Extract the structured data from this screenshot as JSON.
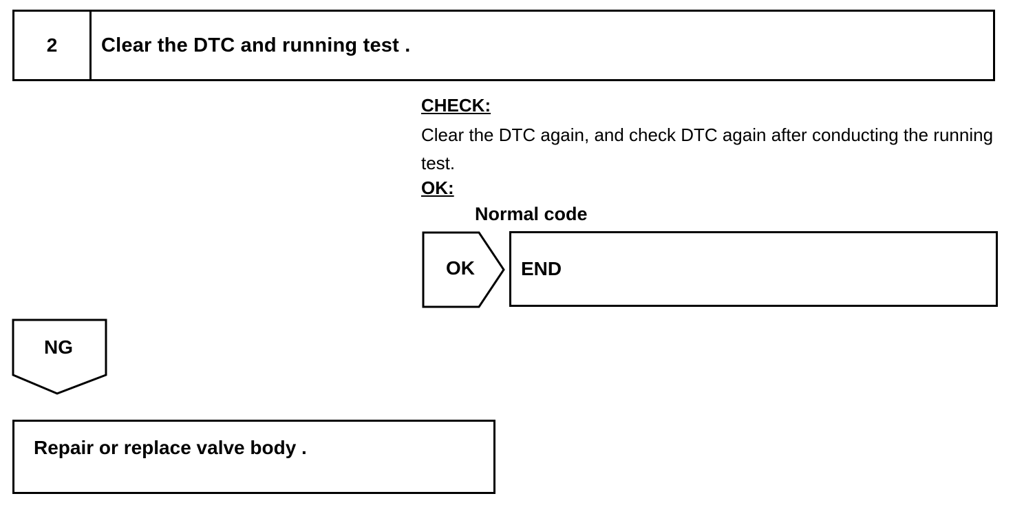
{
  "step": {
    "number": "2",
    "title": "Clear the DTC and running test ."
  },
  "check": {
    "heading": "CHECK:",
    "text": "Clear the DTC again, and check DTC again after conducting the running  test."
  },
  "ok_result": {
    "heading": "OK:",
    "condition": "Normal code",
    "arrow_label": "OK",
    "end_label": "END"
  },
  "ng_result": {
    "arrow_label": "NG",
    "action": "Repair or replace valve body ."
  }
}
